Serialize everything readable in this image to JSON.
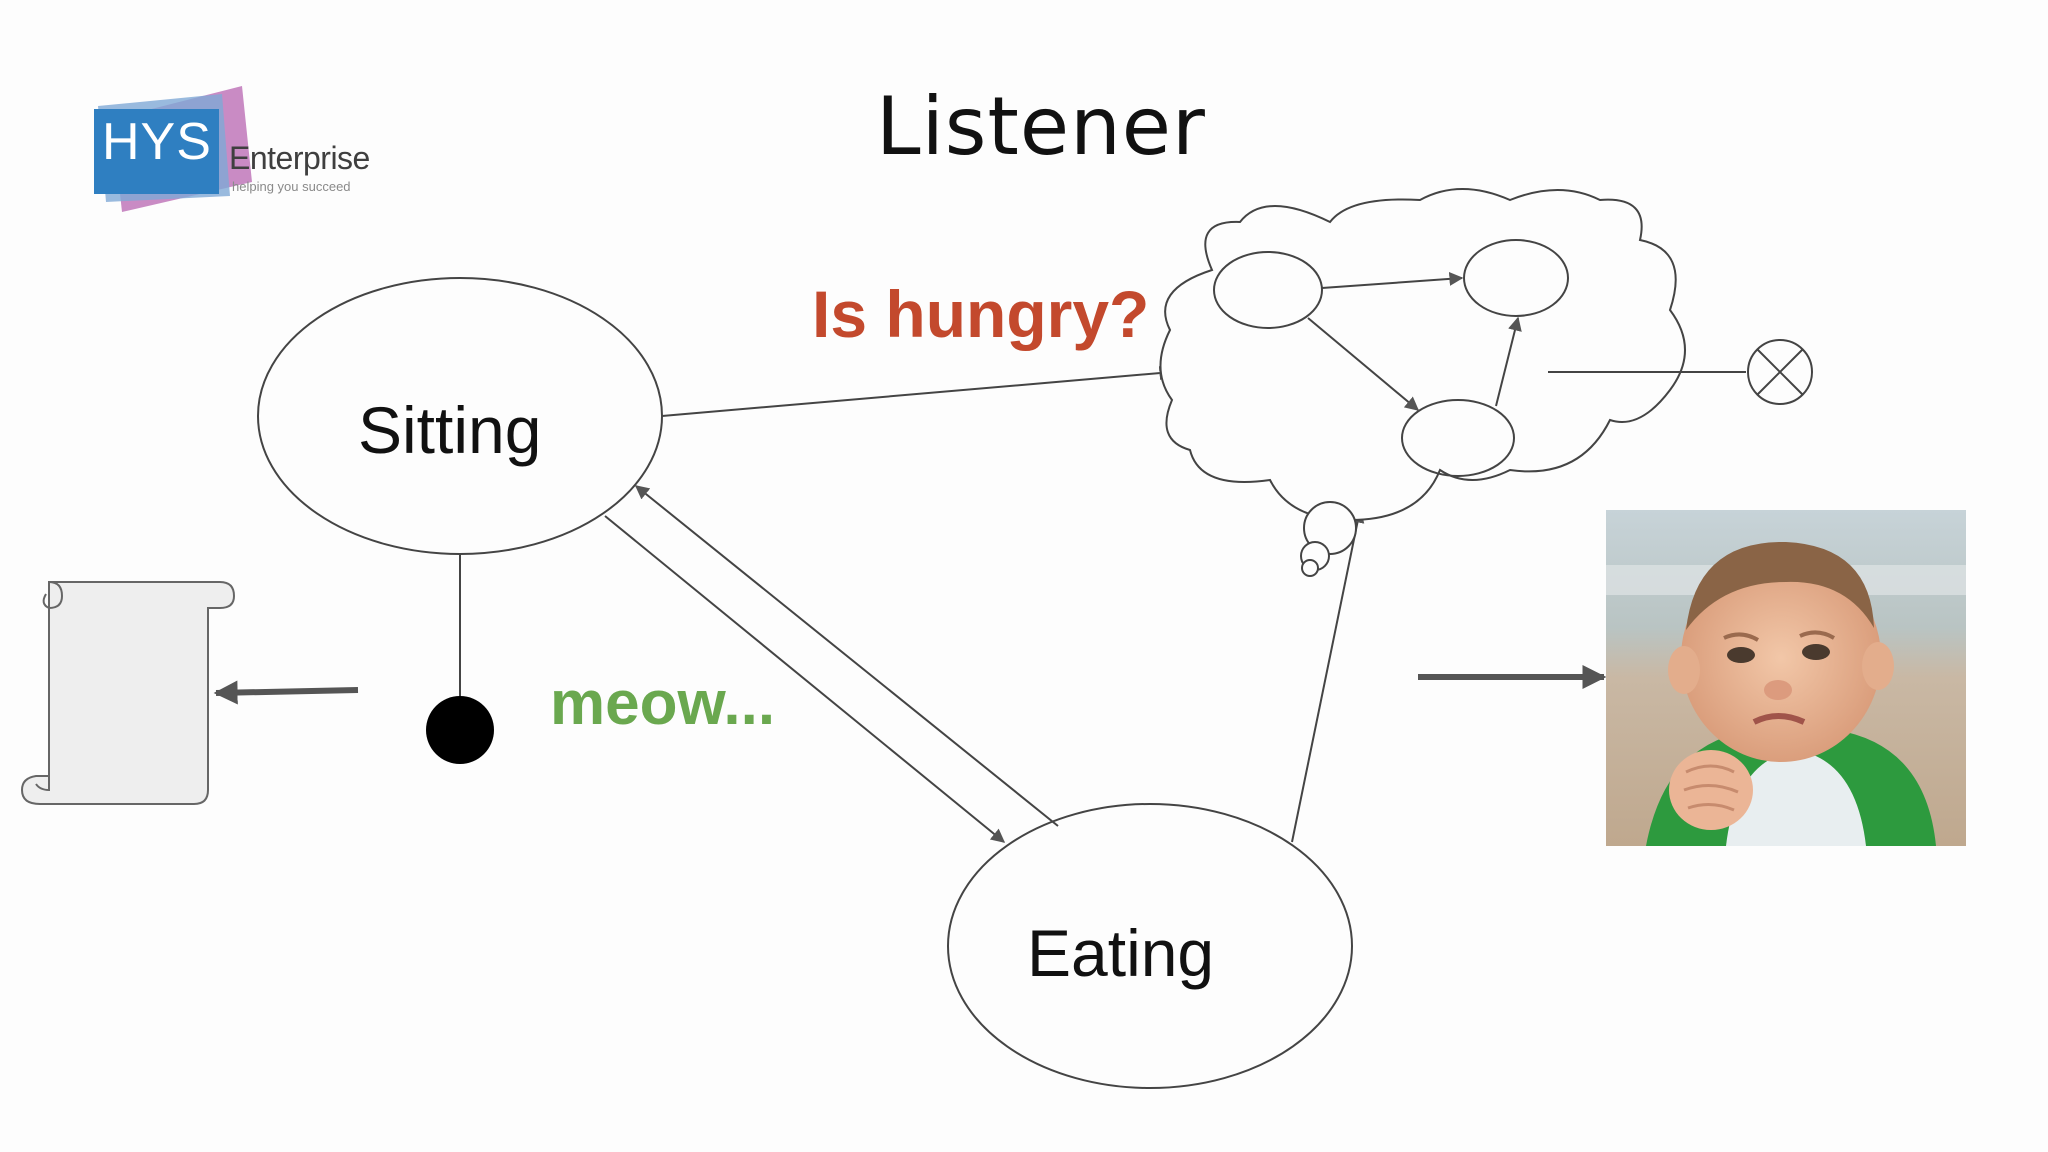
{
  "title": "Listener",
  "logo": {
    "brand": "HYS",
    "name": "Enterprise",
    "tagline": "helping you succeed",
    "colors": {
      "blue": "#2f7fc1",
      "pink": "#c98bc4"
    }
  },
  "diagram": {
    "states": [
      {
        "id": "sitting",
        "label": "Sitting"
      },
      {
        "id": "eating",
        "label": "Eating"
      }
    ],
    "labels": {
      "condition": "Is hungry?",
      "sound": "meow..."
    },
    "colors": {
      "condition": "#c3492d",
      "sound": "#6aa84f",
      "line": "#555555"
    },
    "icons": [
      "scroll-icon",
      "thought-cloud-icon",
      "terminal-x-icon",
      "initial-dot-icon"
    ],
    "image": "success-kid-photo"
  }
}
